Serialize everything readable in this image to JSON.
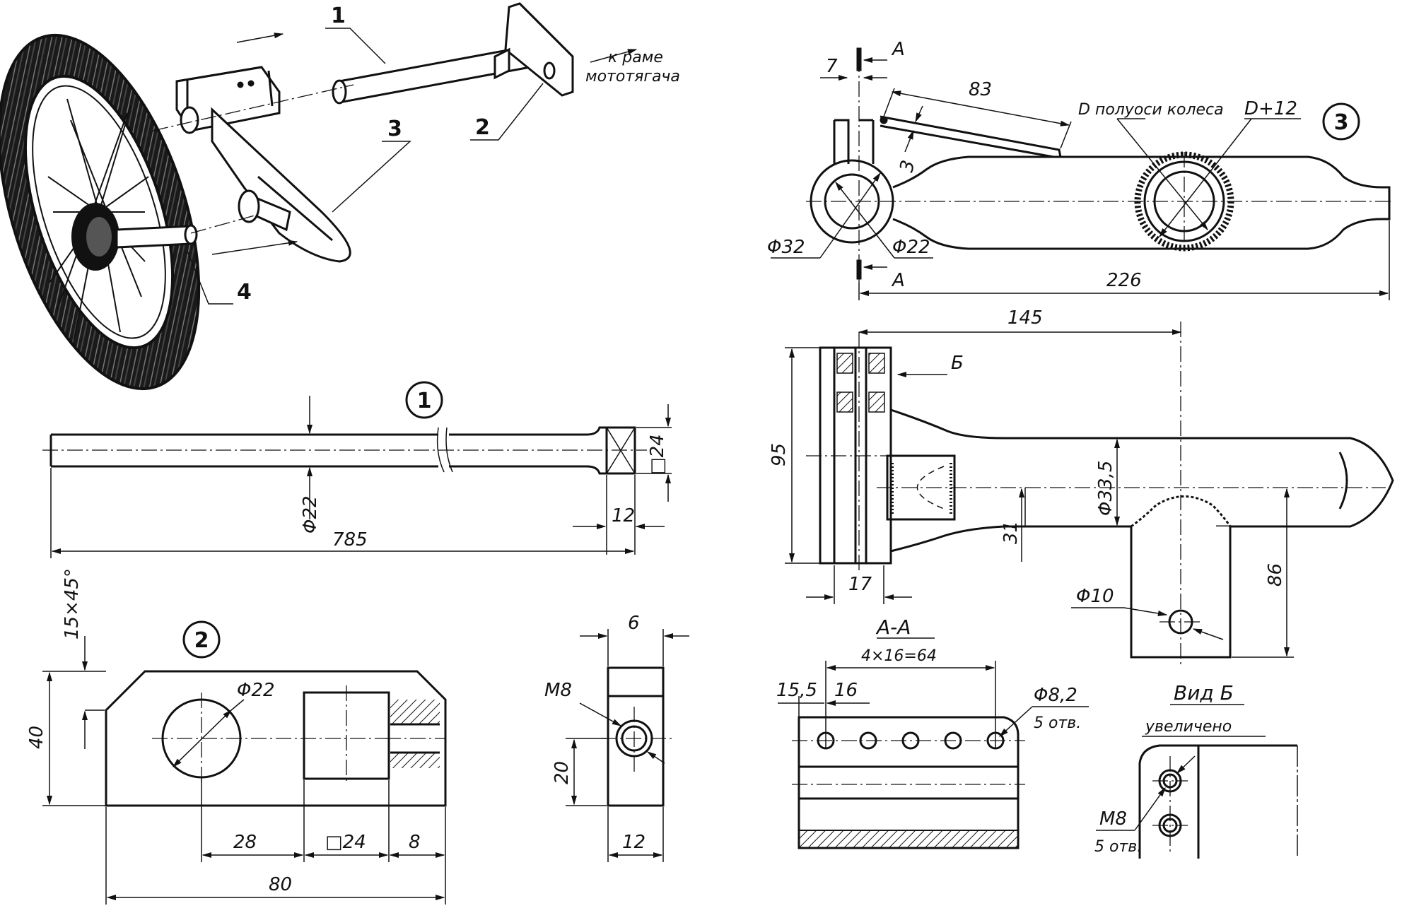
{
  "callouts": {
    "n1": "1",
    "n2": "2",
    "n3": "3",
    "n4": "4",
    "to_frame_line1": "к раме",
    "to_frame_line2": "мототягача"
  },
  "part1": {
    "number": "1",
    "dia": "Φ22",
    "square": "□24",
    "end_len": "12",
    "length": "785"
  },
  "part2": {
    "number": "2",
    "chamfer": "15×45°",
    "height": "40",
    "hole_dia": "Φ22",
    "dim_28": "28",
    "dim_sq": "□24",
    "dim_8": "8",
    "length": "80",
    "thread": "M8",
    "side_w": "6",
    "side_h": "20",
    "side_base": "12"
  },
  "part3": {
    "number": "3",
    "section_mark": "A",
    "dim_7": "7",
    "dim_83": "83",
    "dim_3": "3",
    "axle_d": "D полуоси колеса",
    "axle_d12": "D+12",
    "dia32": "Φ32",
    "dia22": "Φ22",
    "length_226": "226",
    "dim_145": "145",
    "view_mark": "Б",
    "dim_95": "95",
    "dim_17": "17",
    "dia335": "Φ33,5",
    "dim_31": "31",
    "dim_86": "86",
    "dia10": "Φ10"
  },
  "section_aa": {
    "title": "А-А",
    "spacing": "4×16=64",
    "dim_155": "15,5",
    "dim_16": "16",
    "holes": "Φ8,2",
    "holes_count": "5 отв."
  },
  "view_b": {
    "title": "Вид Б",
    "subtitle": "увеличено",
    "thread": "M8",
    "holes_count": "5 отв."
  }
}
